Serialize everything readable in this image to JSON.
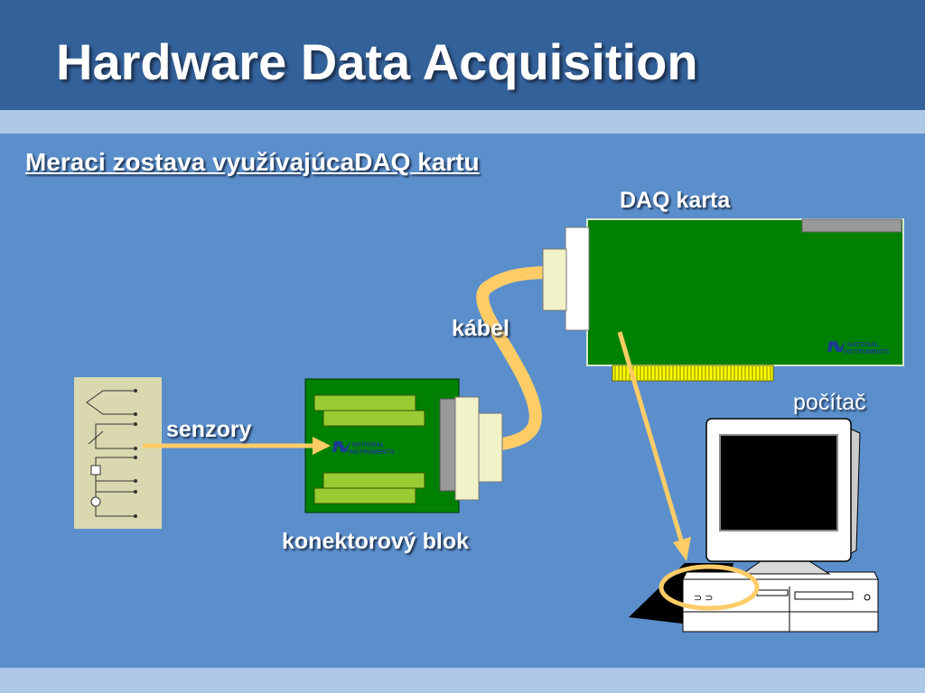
{
  "slide": {
    "title": "Hardware Data Acquisition",
    "subtitle": "Meraci zostava využívajúcaDAQ kartu"
  },
  "labels": {
    "daq_card": "DAQ karta",
    "cable": "kábel",
    "sensors": "senzory",
    "computer": "počítač",
    "connector_block": "konektorový blok"
  },
  "logo": {
    "line1": "NATIONAL",
    "line2": "INSTRUMENTS"
  },
  "colors": {
    "background": "#5b8fcc",
    "title_bar": "#336199",
    "stripe": "#adc8e6",
    "board_green": "#008000",
    "slot_green": "#99cc33",
    "cable": "#ffcc66",
    "connector": "#f2f2c8",
    "sensor_panel": "#dad8b0"
  }
}
